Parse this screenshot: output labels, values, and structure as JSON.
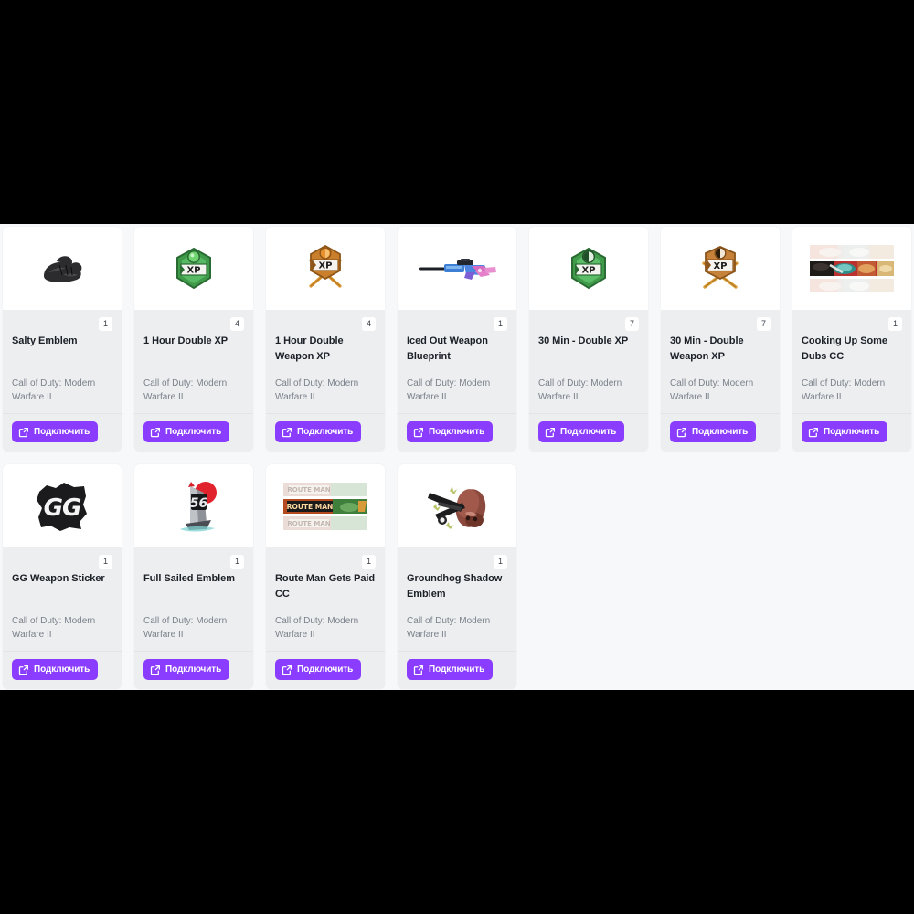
{
  "theme": {
    "page_background": "#f7f8f9",
    "card_background": "#eceef0",
    "card_image_background": "#ffffff",
    "accent": "#8b3dff",
    "title_color": "#1b1f26",
    "subtitle_color": "#7b818a",
    "badge_background": "#ffffff",
    "letterbox": "#000000"
  },
  "grid": {
    "columns": 7,
    "item_count": 11,
    "items": [
      {
        "title": "Salty Emblem",
        "game": "Call of Duty: Modern Warfare II",
        "count": "1",
        "button_label": "Подключить",
        "button_icon": "external-link-icon",
        "art": "salty-emblem-art"
      },
      {
        "title": "1 Hour Double XP",
        "game": "Call of Duty: Modern Warfare II",
        "count": "4",
        "button_label": "Подключить",
        "button_icon": "external-link-icon",
        "art": "green-xp-token-art"
      },
      {
        "title": "1 Hour Double Weapon XP",
        "game": "Call of Duty: Modern Warfare II",
        "count": "4",
        "button_label": "Подключить",
        "button_icon": "external-link-icon",
        "art": "orange-weapon-xp-token-art"
      },
      {
        "title": "Iced Out Weapon Blueprint",
        "game": "Call of Duty: Modern Warfare II",
        "count": "1",
        "button_label": "Подключить",
        "button_icon": "external-link-icon",
        "art": "iced-out-sniper-rifle-art"
      },
      {
        "title": "30 Min - Double XP",
        "game": "Call of Duty: Modern Warfare II",
        "count": "7",
        "button_label": "Подключить",
        "button_icon": "external-link-icon",
        "art": "green-half-xp-token-art"
      },
      {
        "title": "30 Min - Double Weapon XP",
        "game": "Call of Duty: Modern Warfare II",
        "count": "7",
        "button_label": "Подключить",
        "button_icon": "external-link-icon",
        "art": "orange-half-weapon-xp-token-art"
      },
      {
        "title": "Cooking Up Some Dubs CC",
        "game": "Call of Duty: Modern Warfare II",
        "count": "1",
        "button_label": "Подключить",
        "button_icon": "external-link-icon",
        "art": "cooking-up-some-dubs-calling-card-art"
      },
      {
        "title": "GG Weapon Sticker",
        "game": "Call of Duty: Modern Warfare II",
        "count": "1",
        "button_label": "Подключить",
        "button_icon": "external-link-icon",
        "art": "gg-sticker-art"
      },
      {
        "title": "Full Sailed Emblem",
        "game": "Call of Duty: Modern Warfare II",
        "count": "1",
        "button_label": "Подключить",
        "button_icon": "external-link-icon",
        "art": "full-sailed-ship-emblem-art"
      },
      {
        "title": "Route Man Gets Paid CC",
        "game": "Call of Duty: Modern Warfare II",
        "count": "1",
        "button_label": "Подключить",
        "button_icon": "external-link-icon",
        "art": "route-man-gets-paid-calling-card-art"
      },
      {
        "title": "Groundhog Shadow Emblem",
        "game": "Call of Duty: Modern Warfare II",
        "count": "1",
        "button_label": "Подключить",
        "button_icon": "external-link-icon",
        "art": "groundhog-shadow-emblem-art"
      }
    ]
  }
}
